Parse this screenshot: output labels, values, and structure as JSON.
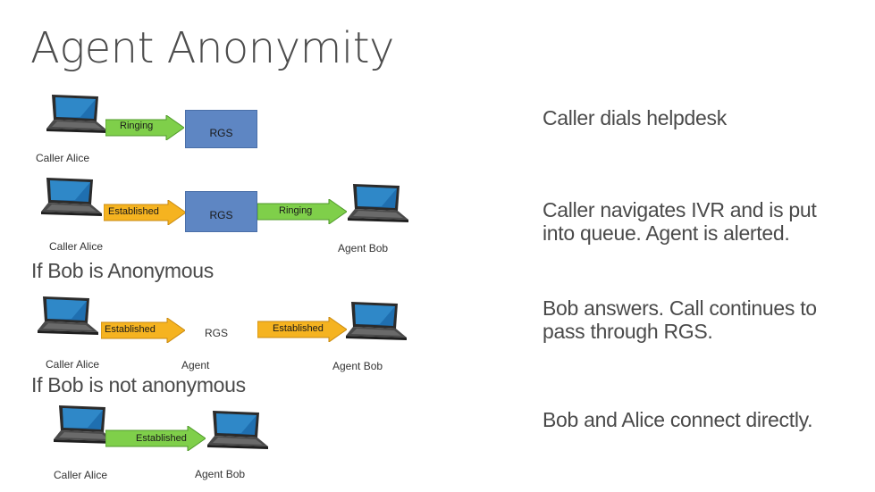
{
  "title": "Agent Anonymity",
  "descriptions": {
    "step1": "Caller dials helpdesk",
    "step2": "Caller navigates IVR and is put into queue.  Agent is alerted.",
    "step3": "Bob answers.  Call continues to pass through RGS.",
    "step4": "Bob and Alice connect directly."
  },
  "headings": {
    "anonymous": "If Bob is Anonymous",
    "not_anonymous": "If Bob is not anonymous"
  },
  "rows": {
    "row1": {
      "caller": "Caller Alice",
      "arrow": "Ringing",
      "rgs": "RGS"
    },
    "row2": {
      "caller": "Caller Alice",
      "arrow_left": "Established",
      "rgs": "RGS",
      "arrow_right": "Ringing",
      "agent": "Agent Bob"
    },
    "row3": {
      "caller": "Caller Alice",
      "arrow_left": "Established",
      "rgs": "RGS",
      "rgs_sub": "Agent",
      "arrow_right": "Established",
      "agent": "Agent Bob"
    },
    "row4": {
      "caller": "Caller Alice",
      "arrow": "Established",
      "agent": "Agent Bob"
    }
  },
  "colors": {
    "green_arrow": "#7fcf4a",
    "orange_arrow": "#f5b320",
    "rgs_box": "#5e86c3"
  }
}
